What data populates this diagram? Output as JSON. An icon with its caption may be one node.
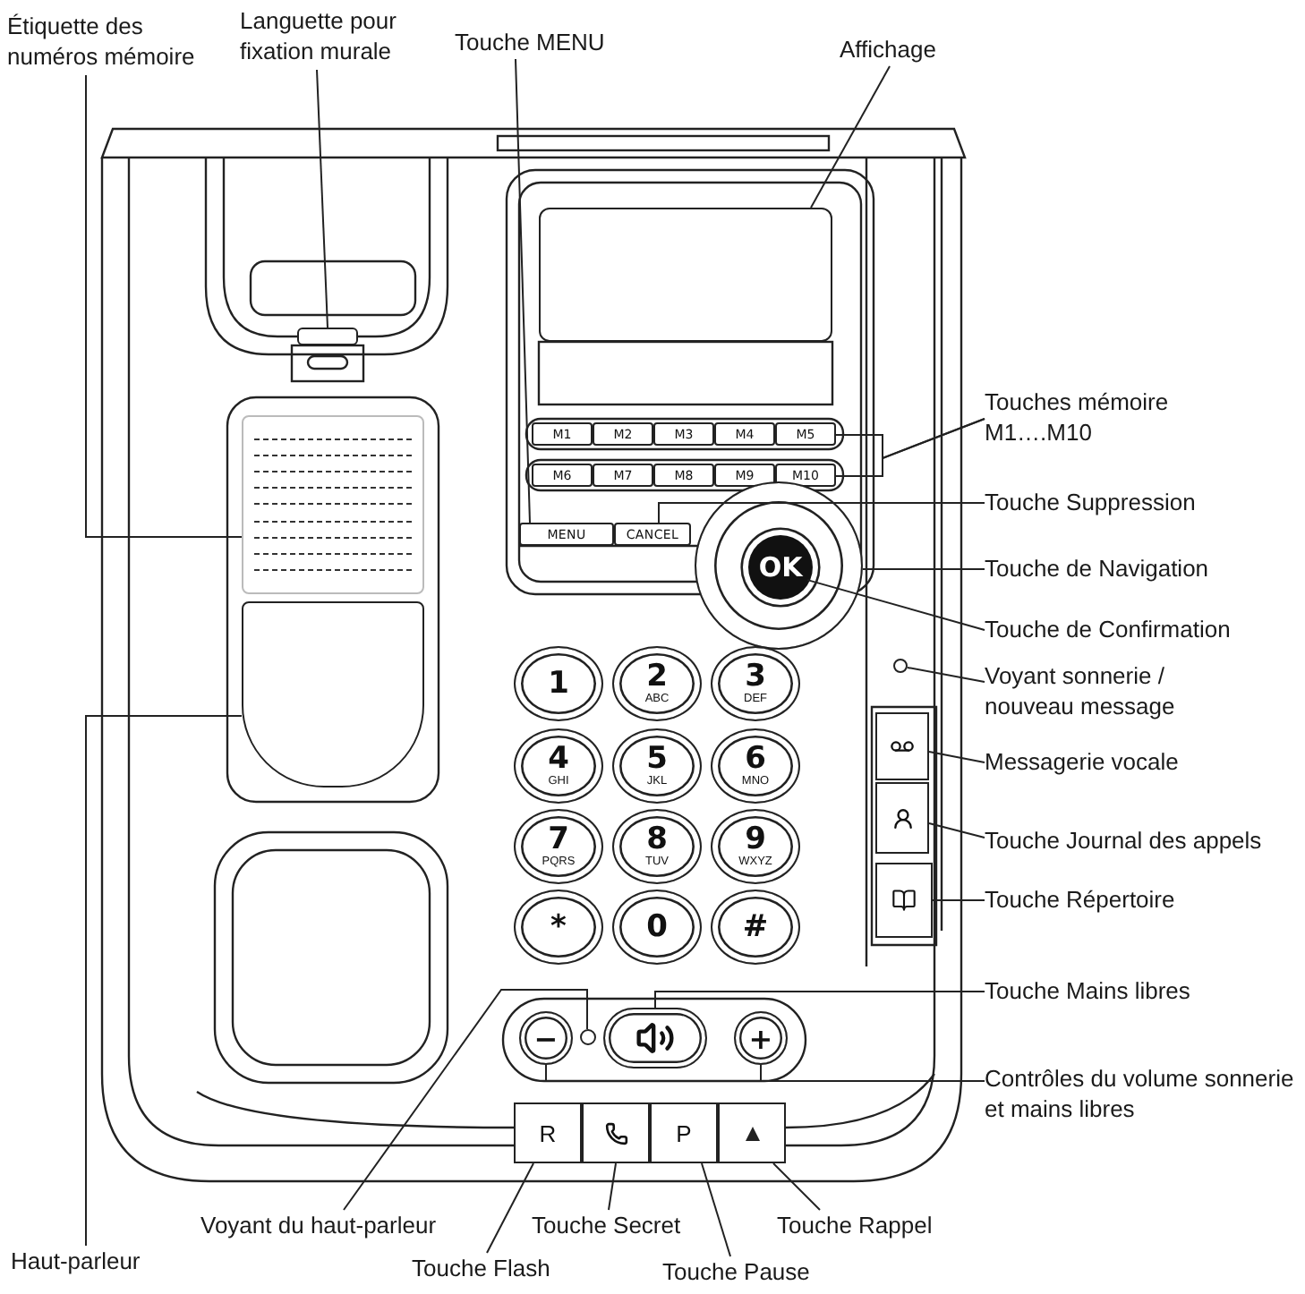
{
  "diagram": {
    "nodes": [
      {
        "text": [
          "Étiquette des numéros mémoire"
        ]
      },
      {
        "text": [
          "Languette pour fixation murale"
        ]
      },
      {
        "text": [
          "Touche MENU"
        ]
      },
      {
        "text": [
          "Affichage"
        ]
      },
      {
        "text": [
          "Touches mémoire M1….M10"
        ]
      },
      {
        "text": [
          "Touche Suppression"
        ]
      },
      {
        "text": [
          "Touche de Navigation"
        ]
      },
      {
        "text": [
          "Touche de Confirmation"
        ]
      },
      {
        "text": [
          "Voyant sonnerie / nouveau message"
        ]
      },
      {
        "text": [
          "Messagerie vocale"
        ]
      },
      {
        "text": [
          "Touche Journal des appels"
        ]
      },
      {
        "text": [
          "Touche Répertoire"
        ]
      },
      {
        "text": [
          "Touche Mains libres"
        ]
      },
      {
        "text": [
          "Contrôles du volume sonnerie et mains libres"
        ]
      },
      {
        "text": [
          "Haut-parleur"
        ]
      },
      {
        "text": [
          "Voyant du haut-parleur"
        ]
      },
      {
        "text": [
          "Touche Flash"
        ]
      },
      {
        "text": [
          "Touche Secret"
        ]
      },
      {
        "text": [
          "Touche Pause"
        ]
      },
      {
        "text": [
          "Touche Rappel"
        ]
      },
      {
        "text": [],
        "shape": "box"
      },
      {
        "text": [],
        "shape": "box"
      },
      {
        "text": [
          "MENU"
        ]
      },
      {
        "text": [],
        "shape": "box"
      },
      {
        "text": [
          "M1"
        ]
      },
      {
        "text": [
          "M2"
        ]
      },
      {
        "text": [
          "M3"
        ]
      },
      {
        "text": [
          "M4"
        ]
      },
      {
        "text": [
          "M5"
        ]
      },
      {
        "text": [
          "M6"
        ]
      },
      {
        "text": [
          "M7"
        ]
      },
      {
        "text": [
          "M8"
        ]
      },
      {
        "text": [
          "M9"
        ]
      },
      {
        "text": [
          "M10"
        ]
      },
      {
        "text": [
          "CANCEL"
        ]
      },
      {
        "text": [],
        "shape": "circle"
      },
      {
        "text": [
          "OK"
        ],
        "in": 35
      },
      {
        "text": [],
        "shape": "circle"
      },
      {
        "text": [],
        "shape": "box"
      },
      {
        "text": [],
        "shape": "box"
      },
      {
        "text": [],
        "shape": "box"
      },
      {
        "text": [
          "1"
        ]
      },
      {
        "text": [
          "2",
          "ABC"
        ]
      },
      {
        "text": [
          "3",
          "DEF"
        ]
      },
      {
        "text": [
          "4",
          "GHI"
        ]
      },
      {
        "text": [
          "5",
          "JKL"
        ]
      },
      {
        "text": [
          "6",
          "MNO"
        ]
      },
      {
        "text": [
          "7",
          "PQRS"
        ]
      },
      {
        "text": [
          "8",
          "TUV"
        ]
      },
      {
        "text": [
          "9",
          "WXYZ"
        ]
      },
      {
        "text": [
          "*"
        ]
      },
      {
        "text": [
          "0"
        ]
      },
      {
        "text": [
          "#"
        ]
      },
      {
        "text": [
          "−"
        ]
      },
      {
        "text": [],
        "shape": "circle"
      },
      {
        "text": [],
        "shape": "box"
      },
      {
        "text": [
          "+"
        ]
      },
      {
        "text": [],
        "shape": "box"
      },
      {
        "text": [
          "R"
        ]
      },
      {
        "text": [],
        "shape": "box"
      },
      {
        "text": [
          "P"
        ]
      },
      {
        "text": [],
        "shape": "box"
      }
    ],
    "edges": [
      {
        "from": 0,
        "to": 20,
        "arrow": "none"
      },
      {
        "from": 1,
        "to": 21,
        "arrow": "none"
      },
      {
        "from": 2,
        "to": 22,
        "arrow": "none"
      },
      {
        "from": 3,
        "to": 23,
        "arrow": "none"
      },
      {
        "from": 4,
        "to": 28,
        "arrow": "none"
      },
      {
        "from": 4,
        "to": 33,
        "arrow": "none"
      },
      {
        "from": 5,
        "to": 34,
        "arrow": "none"
      },
      {
        "from": 6,
        "to": 35,
        "arrow": "none"
      },
      {
        "from": 7,
        "to": 36,
        "arrow": "none"
      },
      {
        "from": 8,
        "to": 37,
        "arrow": "none"
      },
      {
        "from": 9,
        "to": 38,
        "arrow": "none"
      },
      {
        "from": 10,
        "to": 39,
        "arrow": "none"
      },
      {
        "from": 11,
        "to": 40,
        "arrow": "none"
      },
      {
        "from": 12,
        "to": 55,
        "arrow": "none"
      },
      {
        "from": 13,
        "to": 53,
        "arrow": "none"
      },
      {
        "from": 13,
        "to": 56,
        "arrow": "none"
      },
      {
        "from": 14,
        "to": 57,
        "arrow": "none"
      },
      {
        "from": 15,
        "to": 54,
        "arrow": "none"
      },
      {
        "from": 16,
        "to": 58,
        "arrow": "none"
      },
      {
        "from": 17,
        "to": 59,
        "arrow": "none"
      },
      {
        "from": 18,
        "to": 60,
        "arrow": "none"
      },
      {
        "from": 19,
        "to": 61,
        "arrow": "none"
      }
    ]
  }
}
